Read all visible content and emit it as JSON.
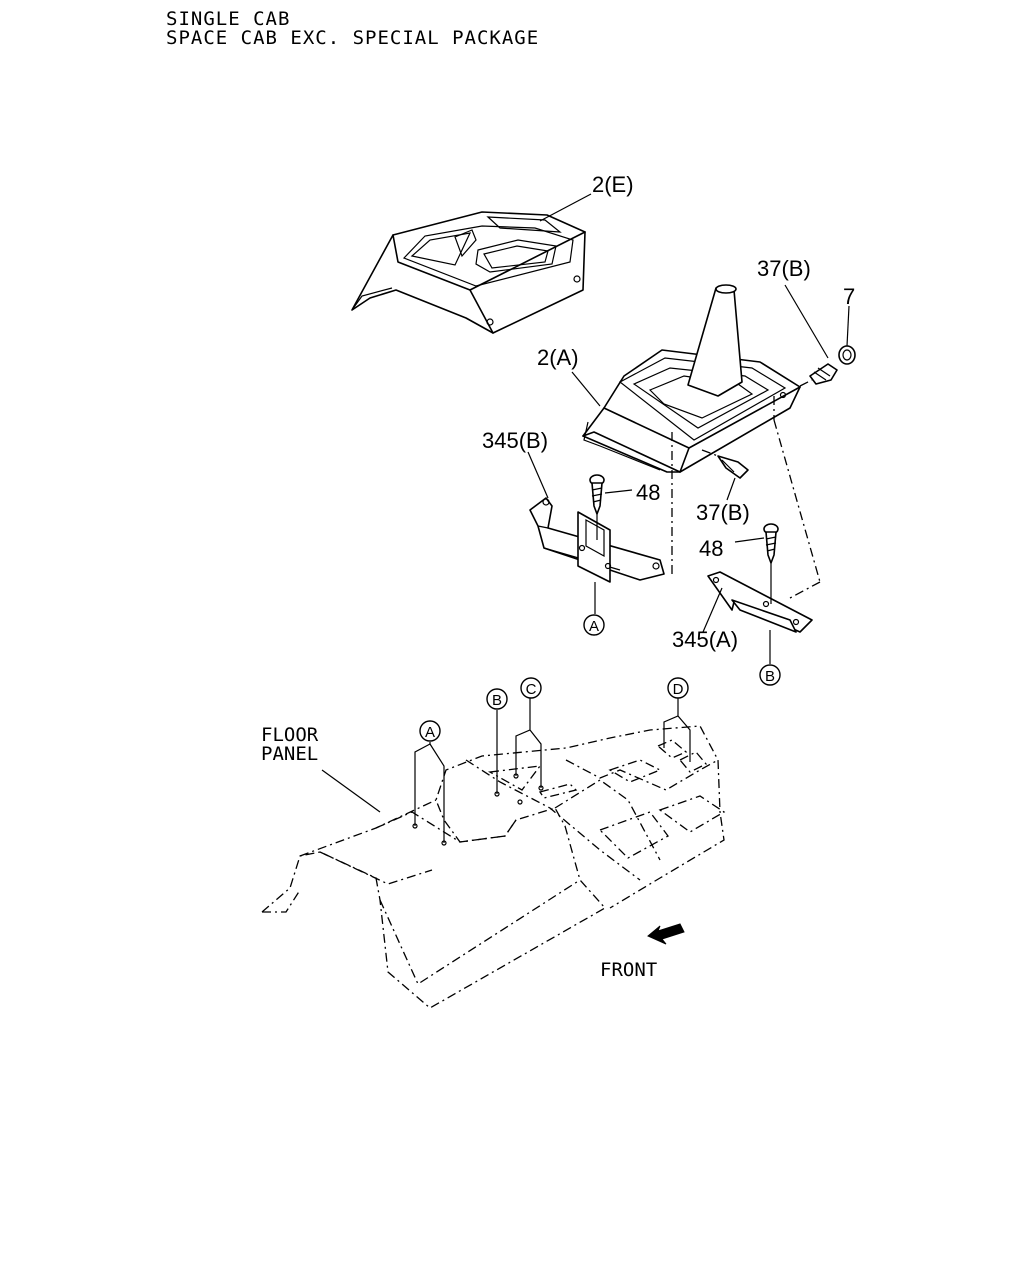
{
  "header": {
    "line1": "SINGLE CAB",
    "line2": "SPACE CAB EXC. SPECIAL PACKAGE"
  },
  "callouts": {
    "cover_upper": "2(E)",
    "console": "2(A)",
    "clip_right": "37(B)",
    "nut": "7",
    "bracket_left": "345(B)",
    "screw_left": "48",
    "clip_lower": "37(B)",
    "screw_right": "48",
    "bracket_right": "345(A)"
  },
  "ref_markers": {
    "a_bracket": "A",
    "b_bracket": "B",
    "a_floor": "A",
    "b_floor": "B",
    "c_floor": "C",
    "d_floor": "D"
  },
  "floor_label": {
    "line1": "FLOOR",
    "line2": "PANEL"
  },
  "direction_label": "FRONT"
}
